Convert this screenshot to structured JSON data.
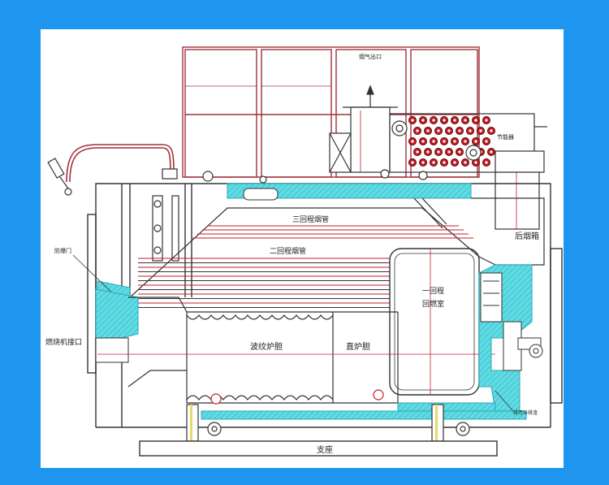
{
  "diagram": {
    "labels": {
      "smoke_outlet": "烟气出口",
      "economizer": "节能器",
      "third_pass_tubes": "三回程烟管",
      "second_pass_tubes": "二回程烟管",
      "rear_smoke_box": "后烟箱",
      "explosion_door": "防爆门",
      "first_pass_line1": "一回程",
      "first_pass_line2": "回燃室",
      "burner_interface": "燃烧机接口",
      "corrugated_furnace": "波纹炉胆",
      "straight_furnace": "直炉胆",
      "support": "支座",
      "sewage_drain": "排污与排渣"
    },
    "colors": {
      "outline": "#333333",
      "tube": "#c0202a",
      "insulation": "#4fd6e0",
      "background": "#1e96f0",
      "paper": "#ffffff"
    }
  }
}
